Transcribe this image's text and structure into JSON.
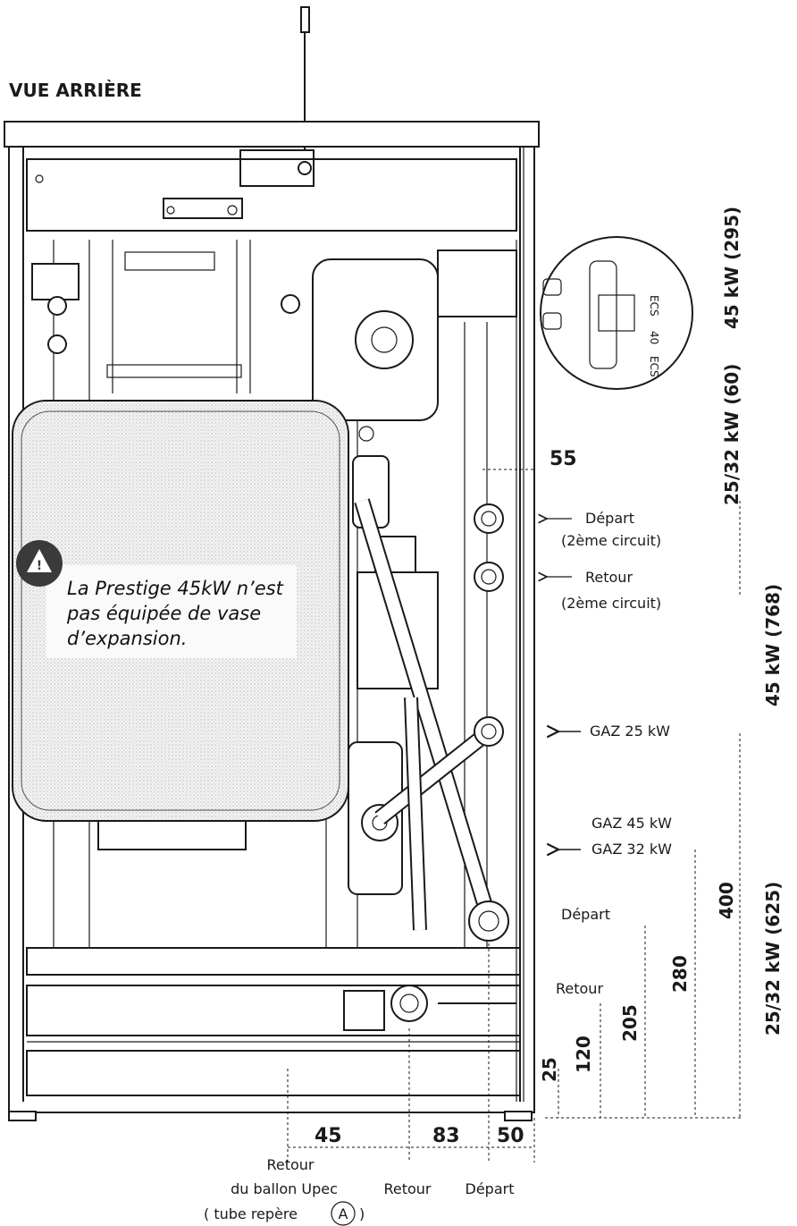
{
  "title": "VUE ARRIÈRE",
  "warning": {
    "line1": "La Prestige 45kW n’est",
    "line2": "pas équipée de vase",
    "line3": "d’expansion."
  },
  "inset": {
    "ecs_top": "ECS",
    "ecs_bottom": "ECS",
    "label_40": "40"
  },
  "connections": {
    "depart_2": "Départ",
    "depart_2_sub": "(2ème circuit)",
    "retour_2": "Retour",
    "retour_2_sub": "(2ème circuit)",
    "gaz_25": "GAZ 25 kW",
    "gaz_45": "GAZ 45 kW",
    "gaz_32": "GAZ 32 kW",
    "depart": "Départ",
    "retour": "Retour"
  },
  "vertical_dims": {
    "d55": "55",
    "d25": "25",
    "d120": "120",
    "d205": "205",
    "d280": "280",
    "d400": "400",
    "d_25_32_625": "25/32 kW (625)",
    "d_45_768": "45 kW (768)",
    "d_25_32_60": "25/32 kW (60)",
    "d_45_295": "45 kW (295)"
  },
  "horizontal_dims": {
    "d45": "45",
    "d83": "83",
    "d50": "50"
  },
  "bottom_labels": {
    "retour_ballon_1": "Retour",
    "retour_ballon_2": "du ballon Upec",
    "retour_ballon_3": "( tube repère",
    "retour_ballon_mark": "A",
    "retour_ballon_4": ")",
    "retour": "Retour",
    "depart": "Départ"
  }
}
